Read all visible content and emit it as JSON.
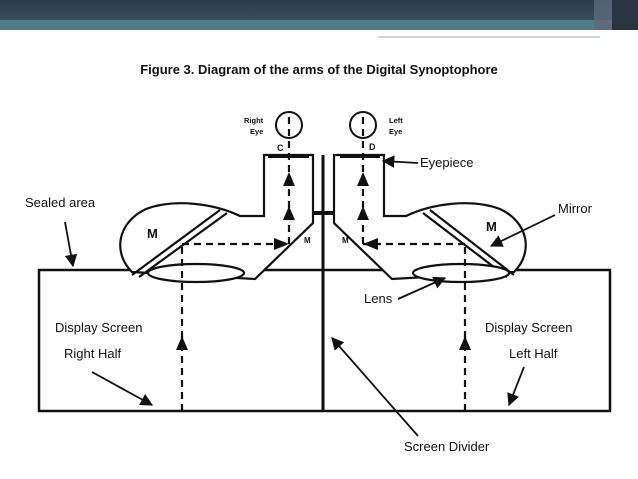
{
  "figure_title": "Figure 3. Diagram of the arms of the Digital Synoptophore",
  "labels": {
    "right_eye_1": "Right",
    "right_eye_2": "Eye",
    "left_eye_1": "Left",
    "left_eye_2": "Eye",
    "point_c": "C",
    "point_d": "D",
    "eyepiece": "Eyepiece",
    "sealed_area": "Sealed area",
    "mirror": "Mirror",
    "m_left_big": "M",
    "m_right_big": "M",
    "m_left_small": "M",
    "m_right_small": "M",
    "lens": "Lens",
    "display_screen_left": "Display Screen",
    "right_half": "Right Half",
    "display_screen_right": "Display Screen",
    "left_half": "Left Half",
    "screen_divider": "Screen Divider"
  },
  "colors": {
    "header_dark": "#2f3a4c",
    "header_teal": "#4f7f86",
    "ink": "#111111"
  }
}
